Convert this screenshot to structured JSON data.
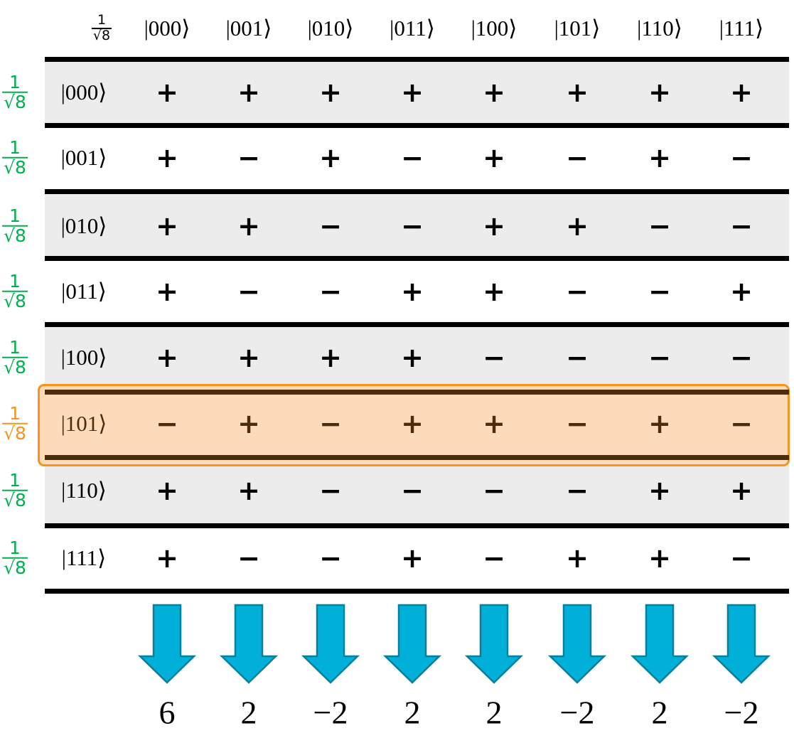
{
  "header": {
    "normalization": {
      "numerator": "1",
      "denominator": "√8"
    },
    "columns": [
      "|000⟩",
      "|001⟩",
      "|010⟩",
      "|011⟩",
      "|100⟩",
      "|101⟩",
      "|110⟩",
      "|111⟩"
    ]
  },
  "rows": [
    {
      "coef_num": "1",
      "coef_den": "√8",
      "label": "|000⟩",
      "signs": [
        "+",
        "+",
        "+",
        "+",
        "+",
        "+",
        "+",
        "+"
      ]
    },
    {
      "coef_num": "1",
      "coef_den": "√8",
      "label": "|001⟩",
      "signs": [
        "+",
        "−",
        "+",
        "−",
        "+",
        "−",
        "+",
        "−"
      ]
    },
    {
      "coef_num": "1",
      "coef_den": "√8",
      "label": "|010⟩",
      "signs": [
        "+",
        "+",
        "−",
        "−",
        "+",
        "+",
        "−",
        "−"
      ]
    },
    {
      "coef_num": "1",
      "coef_den": "√8",
      "label": "|011⟩",
      "signs": [
        "+",
        "−",
        "−",
        "+",
        "+",
        "−",
        "−",
        "+"
      ]
    },
    {
      "coef_num": "1",
      "coef_den": "√8",
      "label": "|100⟩",
      "signs": [
        "+",
        "+",
        "+",
        "+",
        "−",
        "−",
        "−",
        "−"
      ]
    },
    {
      "coef_num": "1",
      "coef_den": "√8",
      "label": "|101⟩",
      "signs": [
        "−",
        "+",
        "−",
        "+",
        "+",
        "−",
        "+",
        "−"
      ],
      "highlighted": true
    },
    {
      "coef_num": "1",
      "coef_den": "√8",
      "label": "|110⟩",
      "signs": [
        "+",
        "+",
        "−",
        "−",
        "−",
        "−",
        "+",
        "+"
      ]
    },
    {
      "coef_num": "1",
      "coef_den": "√8",
      "label": "|111⟩",
      "signs": [
        "+",
        "−",
        "−",
        "+",
        "−",
        "+",
        "+",
        "−"
      ]
    }
  ],
  "sums": [
    "6",
    "2",
    "−2",
    "2",
    "2",
    "−2",
    "2",
    "−2"
  ],
  "colors": {
    "coef": "#00b050",
    "highlight_coef": "#f7931e",
    "highlight_fill": "#fddbb8",
    "highlight_text": "#4d2c0b",
    "row_gray": "#ececec",
    "arrow": "#00b0d8",
    "arrow_edge": "#0a7f9c"
  }
}
